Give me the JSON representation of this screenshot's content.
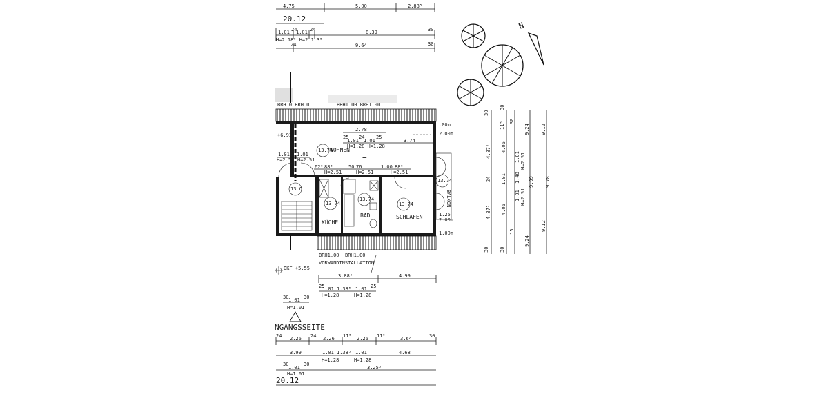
{
  "plan": {
    "top_dims": {
      "row1": [
        "4.75",
        "5.00",
        "2.88⁵"
      ],
      "total": "20.12",
      "row3": [
        "1.01",
        "24",
        "1.01",
        "24",
        "8.39",
        "30"
      ],
      "row3_h": "H=2.18⁵ H=2.1 3⁵",
      "row4": [
        "24",
        "9.64",
        "30"
      ]
    },
    "eaves": [
      "BRH 0 BRH 0",
      "BRH1.00 BRH1.00"
    ],
    "balcony_side": [
      ".00m",
      "2.00m",
      "1.25",
      "2.00m",
      "1.00m"
    ],
    "living": {
      "dims": [
        "2.78",
        "25",
        "1.01",
        "24",
        "1.01",
        "25",
        "3.74",
        "H=1.28 H=1.28"
      ],
      "circle": "13.74",
      "label": "WOHNEN",
      "win_left": [
        "1.01",
        "1.01",
        "H=2.51",
        "H=2.51"
      ],
      "win_mid": [
        "62⁵",
        "88⁵",
        "H=2.51",
        "50",
        "76",
        "H=2.51",
        "1.00",
        "88⁵",
        "H=2.51"
      ],
      "level": "+6.93"
    },
    "stair": {
      "circle": "13.C"
    },
    "kitchen": {
      "circle": "13.74",
      "label": "KÜCHE"
    },
    "bath": {
      "circle": "13.74",
      "label": "BAD"
    },
    "bedroom": {
      "circle": "13.74",
      "label": "SCHLAFEN"
    },
    "balcony": {
      "circle": "13.74",
      "label": "BALKON"
    },
    "bottom_eaves": [
      "BRH1.00",
      "BRH1.00"
    ],
    "installation": "VORWANDINSTALLATION",
    "level_bottom": "OKF +5.55",
    "bottom_dims": {
      "row1": [
        "3.88⁵",
        "4.99"
      ],
      "row2": [
        "25",
        "1.01",
        "1.38⁵",
        "1.01",
        "25",
        "H=1.28",
        "H=1.28"
      ],
      "entry": [
        "30",
        "1.01",
        "30",
        "H=1.01"
      ],
      "entrance_label": "NGANGSSEITE",
      "row3": [
        "24",
        "2.26",
        "24",
        "2.26",
        "11⁵",
        "2.26",
        "11⁵",
        "3.64",
        "30"
      ],
      "row4": [
        "3.99",
        "1.01",
        "1.38⁵",
        "1.01",
        "4.68",
        "H=1.28",
        "H=1.28"
      ],
      "row5": [
        "30",
        "1.01",
        "30",
        "3.25⁵",
        "H=1.01"
      ],
      "total": "20.12"
    },
    "right_dims": {
      "col1": [
        "30",
        "4.87⁵",
        "24",
        "4.87⁵",
        "30"
      ],
      "col2": [
        "30",
        "11⁵",
        "4.06",
        "1.01",
        "4.06",
        "30"
      ],
      "col3": [
        "30",
        "1.01",
        "1.48",
        "1.01",
        "15",
        "H=2.51",
        "H=2.51"
      ],
      "col4": [
        "9.24",
        "9.99",
        "9.24"
      ],
      "col5": [
        "9.12",
        "9.78",
        "9.12"
      ]
    },
    "north": "N"
  }
}
